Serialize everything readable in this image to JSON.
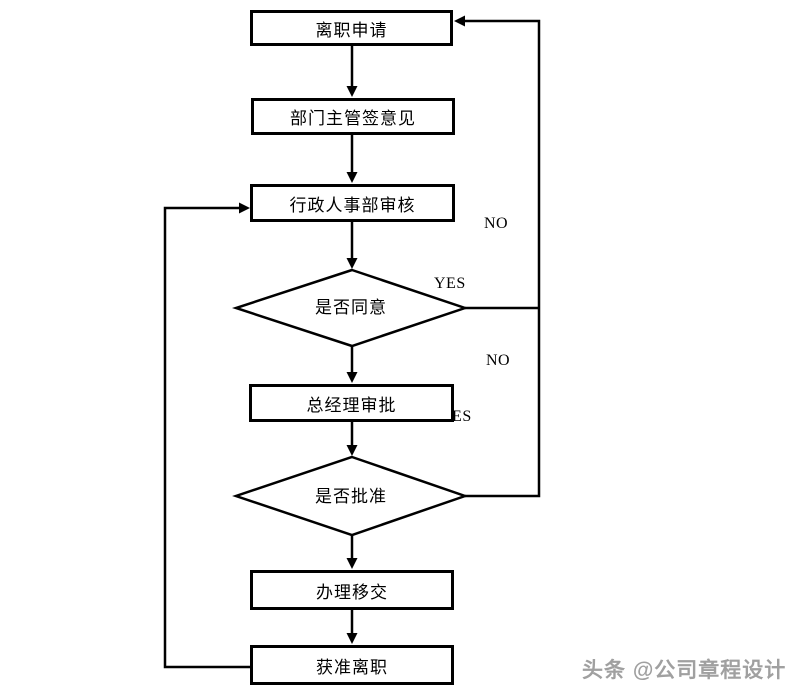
{
  "page": {
    "background": "#ffffff",
    "watermark": "头条 @公司章程设计",
    "watermark_color": "#a0a0a0"
  },
  "flowchart": {
    "line_color": "#000000",
    "text_color": "#000000",
    "nodes": [
      {
        "id": "start",
        "type": "process",
        "label": "离职申请"
      },
      {
        "id": "dept",
        "type": "process",
        "label": "部门主管签意见"
      },
      {
        "id": "hr",
        "type": "process",
        "label": "行政人事部审核"
      },
      {
        "id": "agree",
        "type": "decision",
        "label": "是否同意"
      },
      {
        "id": "gm",
        "type": "process",
        "label": "总经理审批"
      },
      {
        "id": "approve",
        "type": "decision",
        "label": "是否批准"
      },
      {
        "id": "handover",
        "type": "process",
        "label": "办理移交"
      },
      {
        "id": "leave",
        "type": "process",
        "label": "获准离职"
      }
    ],
    "edge_labels": [
      {
        "text": "NO"
      },
      {
        "text": "YES"
      },
      {
        "text": "NO"
      },
      {
        "text": "YES"
      }
    ],
    "edges": [
      {
        "from": "start",
        "to": "dept"
      },
      {
        "from": "dept",
        "to": "hr"
      },
      {
        "from": "hr",
        "to": "agree"
      },
      {
        "from": "agree",
        "to": "gm",
        "label": "YES"
      },
      {
        "from": "agree",
        "to": "start",
        "label": "NO"
      },
      {
        "from": "gm",
        "to": "approve"
      },
      {
        "from": "approve",
        "to": "handover",
        "label": "YES"
      },
      {
        "from": "approve",
        "to": "start",
        "label": "NO"
      },
      {
        "from": "handover",
        "to": "leave"
      },
      {
        "from": "leave",
        "to": "hr"
      }
    ]
  }
}
